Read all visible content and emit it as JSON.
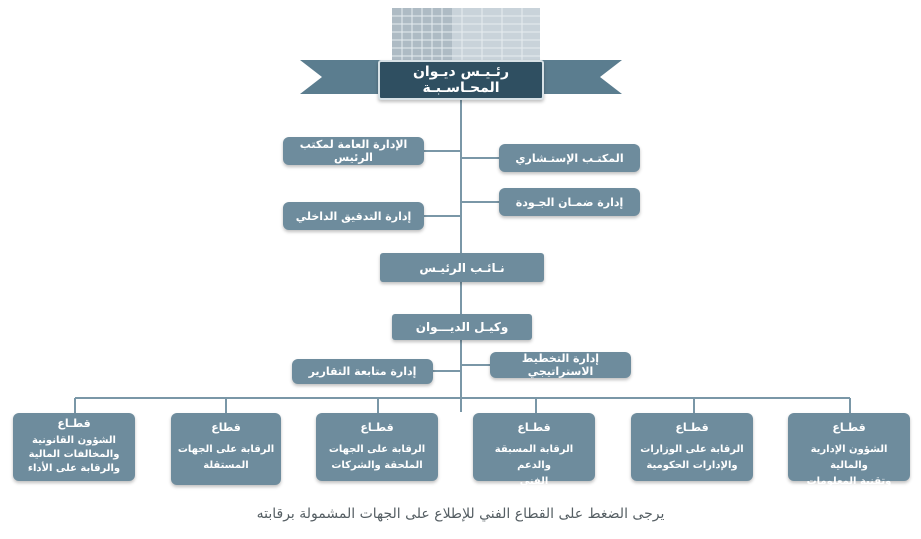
{
  "top": {
    "president": "رئـيـس ديـوان المحـاسـبـة",
    "vice_president": "نـائـب الرئيـس",
    "undersecretary": "وكيـل الديـــوان"
  },
  "departments": {
    "general_office": "الإدارة العامة لمكتب الرئيس",
    "consultant_office": "المكتـب الإستـشاري",
    "internal_audit": "إدارة التدقيق الداخلي",
    "quality_assurance": "إدارة ضمـان الجـودة",
    "strategic_planning": "إدارة التخطيط الاستراتيجي",
    "reports_followup": "إدارة متابعة التقارير"
  },
  "sectors": [
    {
      "title": "قطـاع",
      "body": "الشؤون الإدارية والمالية\nوتقنية المعلومات"
    },
    {
      "title": "قطـاع",
      "body": "الرقابة على الوزارات\nوالإدارات الحكومية"
    },
    {
      "title": "قطـاع",
      "body": "الرقابة المسبقة والدعم\nالفني"
    },
    {
      "title": "قطـاع",
      "body": "الرقابة على الجهات\nالملحقة والشركات"
    },
    {
      "title": "قطاع",
      "body": "الرقابة على الجهات\nالمستقلة"
    },
    {
      "title": "قطـاع",
      "body": "الشؤون القانونية\nوالمخالفات المالية\nوالرقابة على الأداء"
    }
  ],
  "footer": "يرجى الضغط على القطاع الفني للإطلاع على الجهات المشمولة برقابته"
}
